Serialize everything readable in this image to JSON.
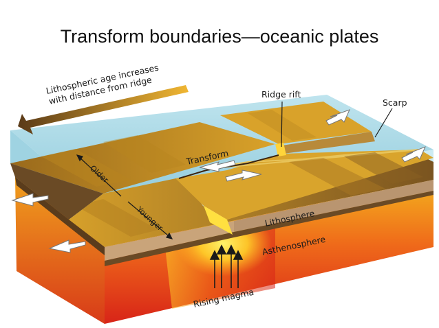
{
  "title": "Transform boundaries—oceanic plates",
  "labels": {
    "age_line1": "Lithospheric age increases",
    "age_line2": "with distance from ridge",
    "ridge_rift": "Ridge rift",
    "scarp": "Scarp",
    "transform": "Transform",
    "older": "Older",
    "younger": "Younger",
    "lithosphere": "Lithosphere",
    "asthenosphere": "Asthenosphere",
    "rising_magma": "Rising magma"
  },
  "colors": {
    "ocean": "#a9d9e6",
    "plate": "#c8901f",
    "plate_dark": "#6a4a25",
    "magma_red": "#e02a1a",
    "magma_orange": "#f59a1a",
    "magma_yellow": "#ffe23a"
  }
}
